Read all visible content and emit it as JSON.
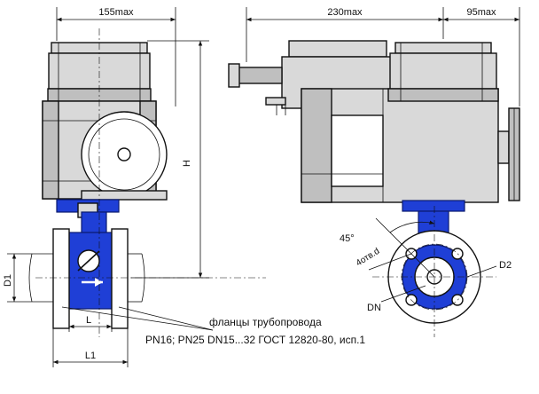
{
  "dimensions": {
    "width_front": "155max",
    "width_side": "230max",
    "width_handwheel": "95max",
    "height": "H",
    "diameter_d1": "D1",
    "length_l": "L",
    "length_l1": "L1",
    "angle": "45°",
    "holes": "4отв.d",
    "diameter_d2": "D2",
    "nominal_dn": "DN"
  },
  "notes": {
    "flanges_label": "фланцы трубопровода",
    "standard_line": "PN16; PN25 DN15...32 ГОСТ 12820-80, исп.1"
  },
  "colors": {
    "valve_body": "#1f3fd6",
    "actuator": "#d9d9d9"
  }
}
